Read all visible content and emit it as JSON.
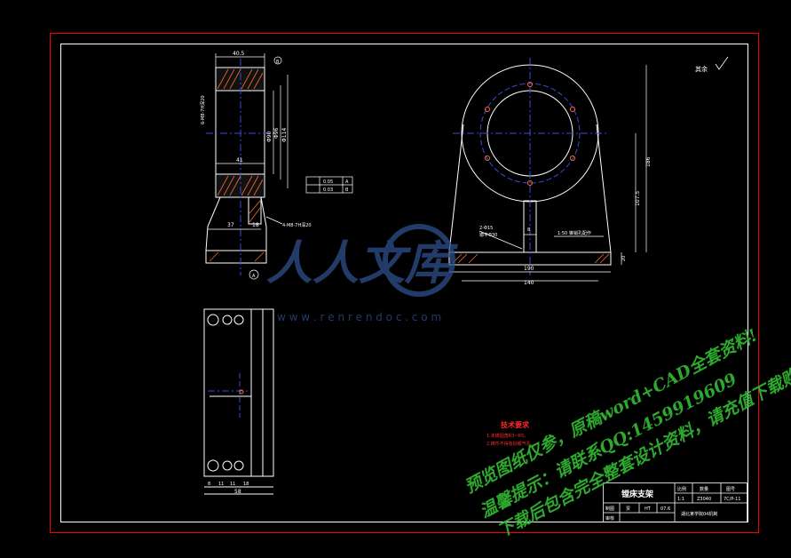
{
  "drawing": {
    "title": "镗床支架",
    "scale_header": "比例",
    "qty_header": "数量",
    "ref_header": "图号",
    "scale": "1:1",
    "qty": "Z3040",
    "ref": "7C/P-11",
    "drawn_label": "制图",
    "drawn_name": "贾",
    "material": "HT",
    "date": "07.6",
    "check_label": "审核",
    "company": "湖北某学院04机制",
    "roughness": "其余",
    "tech_title": "技术要求",
    "tech_items": [
      "1.未铸圆角R3~R5。",
      "2.铸件不得有砂眼气孔。"
    ]
  },
  "dims": {
    "top_width": "40.5",
    "datum_b": "B",
    "datum_a": "A",
    "phi90": "Φ90",
    "phi96": "Φ96",
    "phi114": "Φ114",
    "depth_41": "41",
    "base_37": "37",
    "base_18": "18",
    "tol1": "0.05",
    "tol1_datum": "A",
    "tol2": "0.03",
    "tol2_datum": "B",
    "hole_thread": "4-M8-7H深20",
    "side_note": "6-M8-7H深20",
    "len_186": "186",
    "len_1075": "107.5",
    "w_190": "190",
    "w_140": "140",
    "h_20": "20",
    "w_8": "8",
    "holes_note": "2-Φ15",
    "counter_note": "锪平Φ30",
    "r_note": "1:50 锥销孔配作",
    "bottom_total": "58",
    "bottom_a": "8",
    "bottom_b": "11",
    "bottom_c": "11",
    "bottom_d": "18"
  },
  "watermark": {
    "brand": "人人文库",
    "url": "w w w . r e n r e n d o c . c o m",
    "line1": "预览图纸仅参，原稿word+CAD全套资料!",
    "line2": "温馨提示：请联系QQ:1459919609",
    "line3": "下载后包含完全整套设计资料，请充值下载购买正版!"
  },
  "colors": {
    "background": "#000000",
    "outer_border": "#ff0000",
    "line": "#ffffff",
    "center": "#3a4bd8",
    "dim": "#ffffff",
    "hatch": "#ff6a2a",
    "tech": "#ff2a2a",
    "watermark_green": "#33bb33",
    "watermark_blue": "#2e4f8c"
  }
}
